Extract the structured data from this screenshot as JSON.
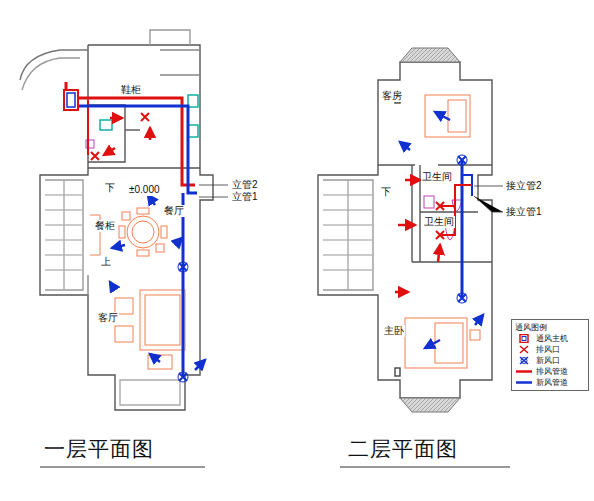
{
  "diagram": {
    "nodes": [
      {
        "text": [
          "一层平面图"
        ]
      },
      {
        "text": [
          "二层平面图"
        ]
      },
      {
        "text": [
          "通风图例"
        ]
      }
    ],
    "labels": [
      "鞋柜",
      "立管2",
      "立管1",
      "±0.000",
      "下",
      "餐厅",
      "餐柜",
      "上",
      "客厅",
      "客房",
      "下",
      "卫生间",
      "卫生间",
      "主卧",
      "接立管2",
      "接立管1"
    ],
    "legend": [
      {
        "text": "通风主机"
      },
      {
        "text": "排风口"
      },
      {
        "text": "新风口"
      },
      {
        "text": "排风管道"
      },
      {
        "text": "新风管道"
      }
    ]
  }
}
